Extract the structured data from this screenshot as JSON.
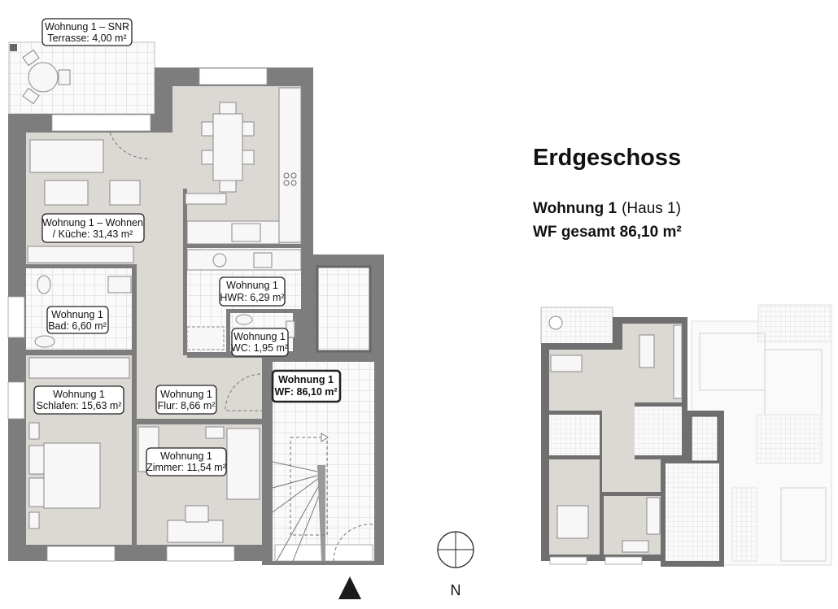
{
  "heading": {
    "floor": "Erdgeschoss",
    "unit_bold": "Wohnung 1",
    "unit_normal": "(Haus 1)",
    "total": "WF gesamt 86,10 m²"
  },
  "rooms": {
    "terrasse": {
      "line1": "Wohnung 1 – SNR",
      "line2": "Terrasse: 4,00 m²"
    },
    "wohnen": {
      "line1": "Wohnung 1 – Wohnen",
      "line2": "/ Küche: 31,43 m²"
    },
    "bad": {
      "line1": "Wohnung 1",
      "line2": "Bad: 6,60 m²"
    },
    "hwr": {
      "line1": "Wohnung 1",
      "line2": "HWR: 6,29 m²"
    },
    "wc": {
      "line1": "Wohnung 1",
      "line2": "WC: 1,95 m²"
    },
    "schlafen": {
      "line1": "Wohnung 1",
      "line2": "Schlafen: 15,63 m²"
    },
    "flur": {
      "line1": "Wohnung 1",
      "line2": "Flur: 8,66 m²"
    },
    "zimmer": {
      "line1": "Wohnung 1",
      "line2": "Zimmer: 11,54 m²"
    },
    "wf": {
      "line1": "Wohnung 1",
      "line2": "WF: 86,10 m²"
    }
  },
  "compass": {
    "north_label": "N"
  },
  "colors": {
    "wall": "#7d7d7d",
    "floor": "#dcd8d4",
    "tile": "#ffffff"
  }
}
